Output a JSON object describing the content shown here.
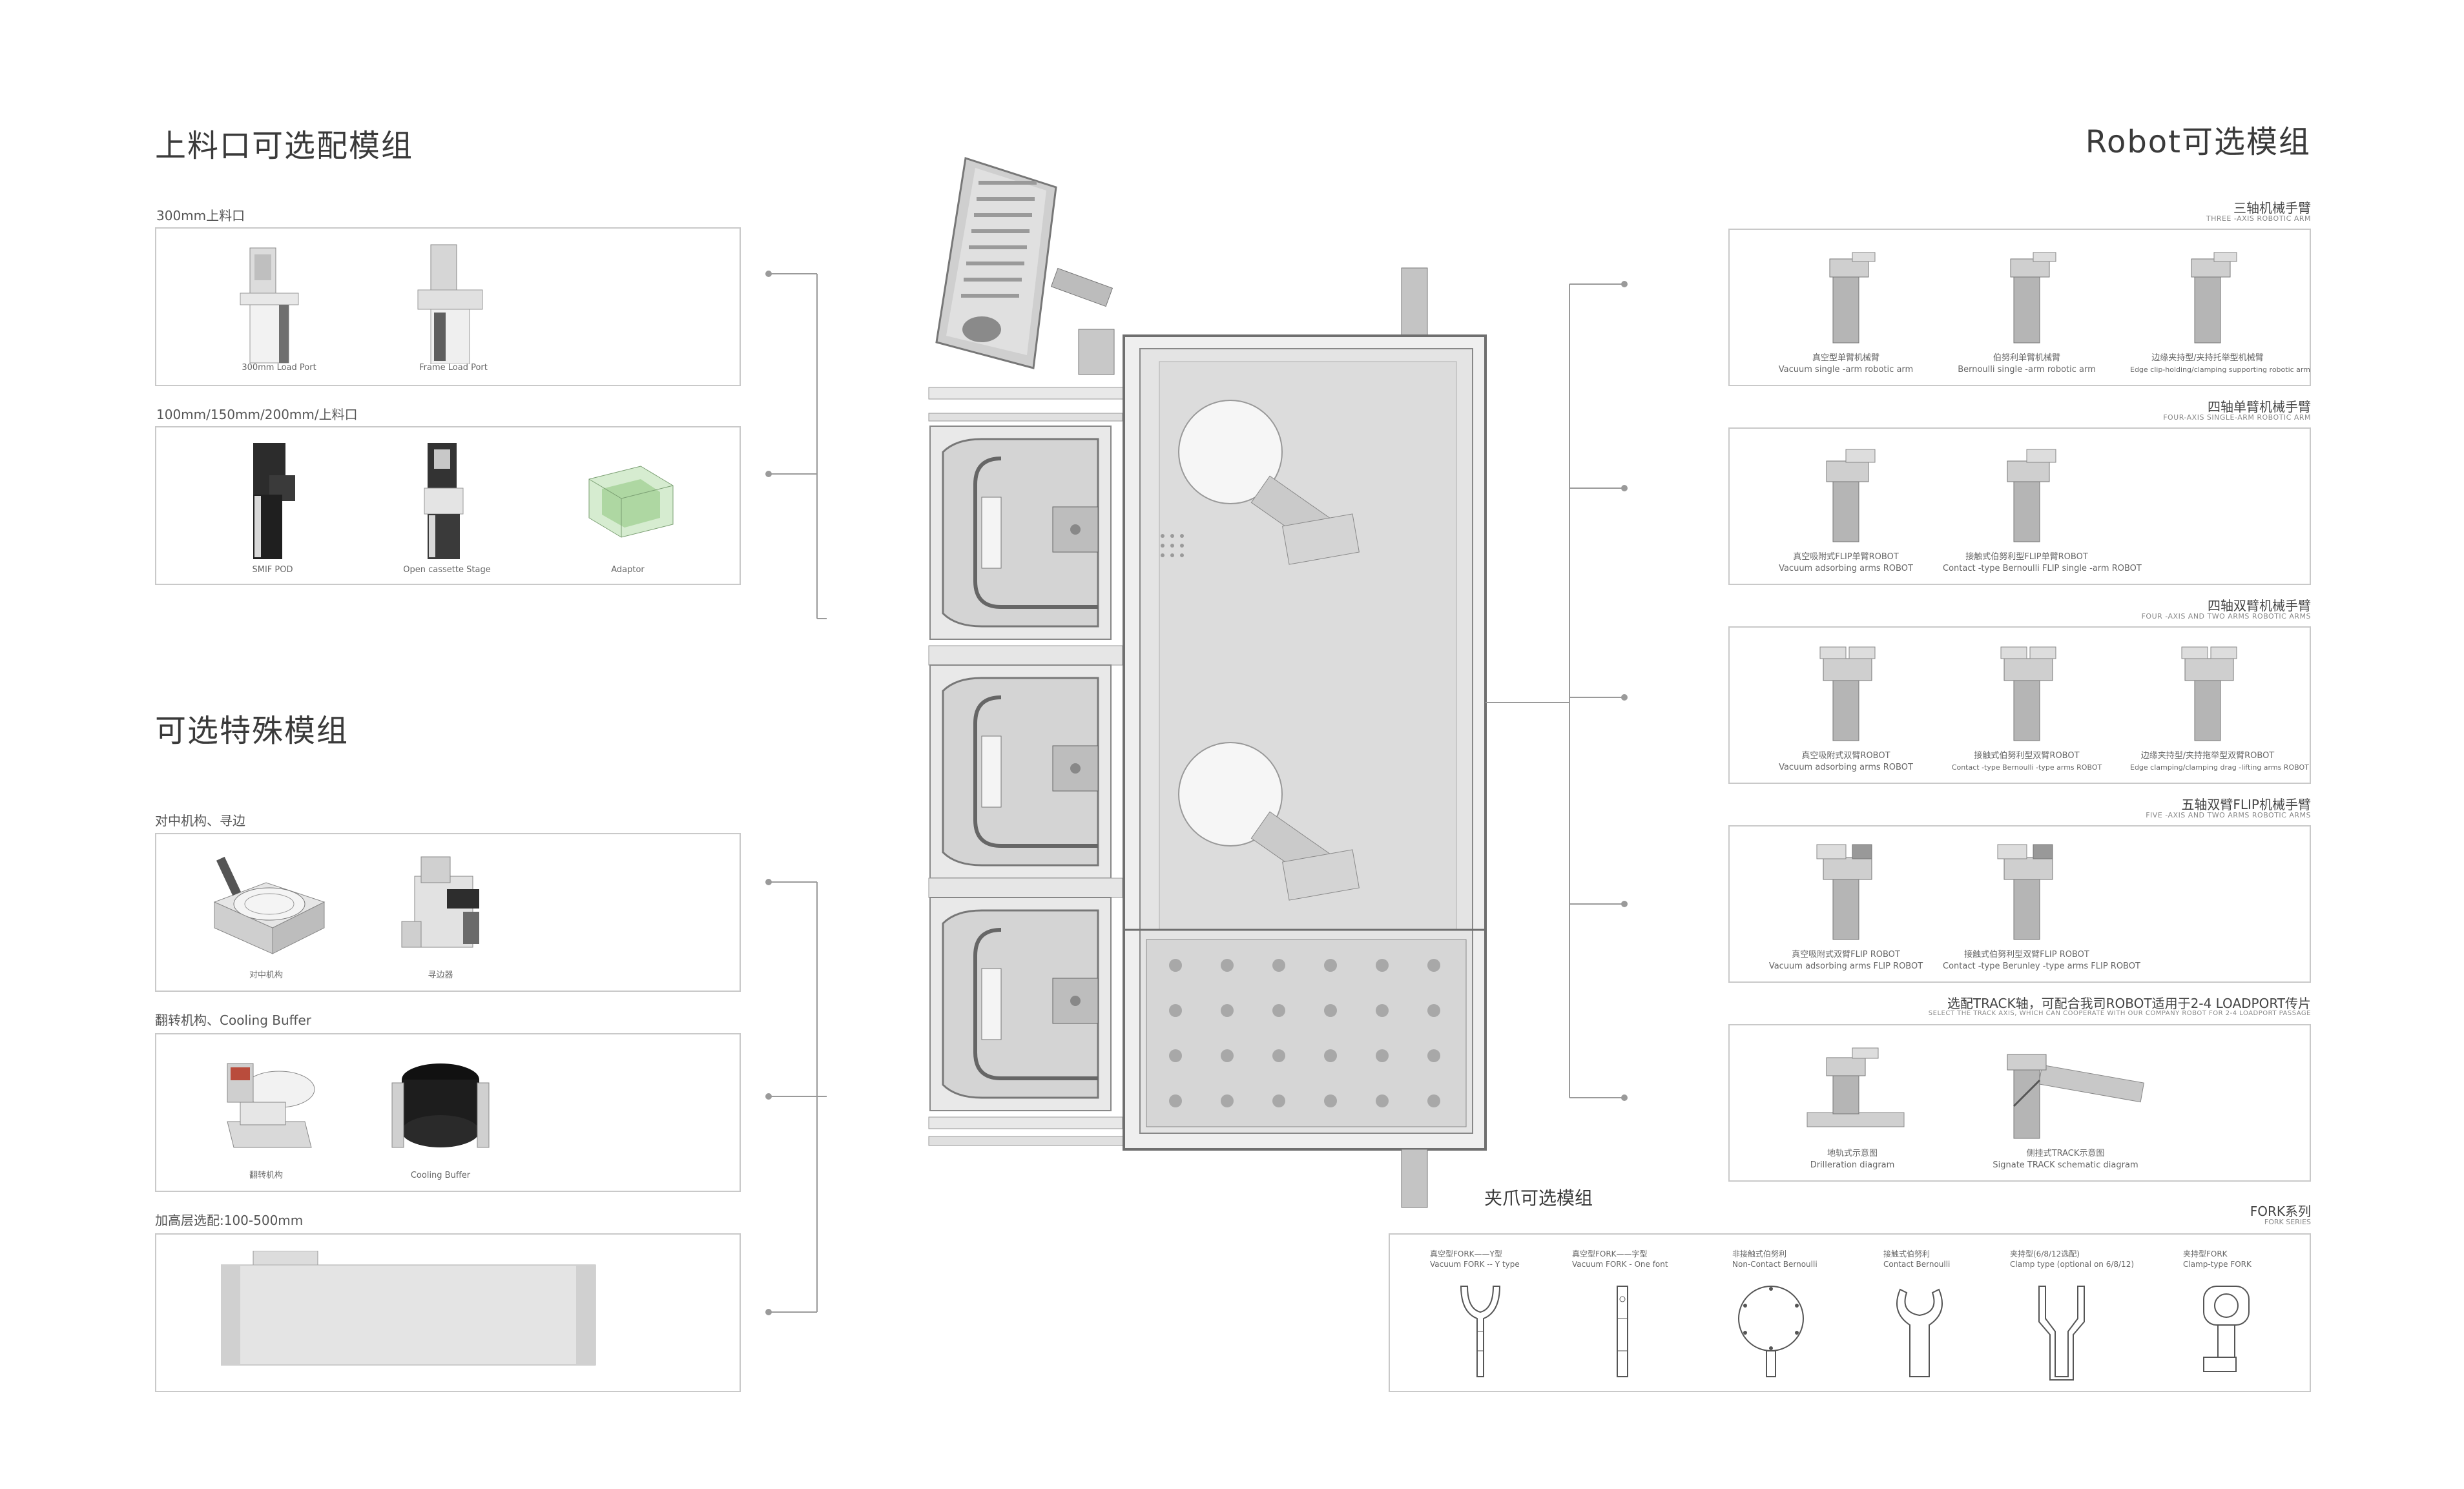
{
  "left_top": {
    "title": "上料口可选配模组",
    "groups": [
      {
        "label": "300mm上料口",
        "items": [
          "300mm Load Port",
          "Frame Load Port"
        ]
      },
      {
        "label": "100mm/150mm/200mm/上料口",
        "items": [
          "SMIF POD",
          "Open cassette Stage",
          "Adaptor"
        ]
      }
    ]
  },
  "left_bottom": {
    "title": "可选特殊模组",
    "groups": [
      {
        "label": "对中机构、寻边",
        "items": [
          "对中机构",
          "寻边器"
        ]
      },
      {
        "label": "翻转机构、Cooling Buffer",
        "items": [
          "翻转机构",
          "Cooling Buffer"
        ]
      },
      {
        "label": "加高层选配:100-500mm",
        "items": []
      }
    ]
  },
  "right": {
    "title": "Robot可选模组",
    "groups": [
      {
        "title": "三轴机械手臂",
        "subtitle": "THREE -AXIS ROBOTIC ARM",
        "items": [
          {
            "zh": "真空型单臂机械臂",
            "en": "Vacuum single -arm robotic arm"
          },
          {
            "zh": "伯努利单臂机械臂",
            "en": "Bernoulli single -arm robotic arm"
          },
          {
            "zh": "边缘夹持型/夹持托举型机械臂",
            "en": "Edge clip-holding/clamping supporting robotic arm"
          }
        ]
      },
      {
        "title": "四轴单臂机械手臂",
        "subtitle": "FOUR-AXIS SINGLE-ARM ROBOTIC ARM",
        "items": [
          {
            "zh": "真空吸附式FLIP单臂ROBOT",
            "en": "Vacuum adsorbing arms ROBOT"
          },
          {
            "zh": "接触式伯努利型FLIP单臂ROBOT",
            "en": "Contact -type Bernoulli FLIP single -arm ROBOT"
          }
        ]
      },
      {
        "title": "四轴双臂机械手臂",
        "subtitle": "FOUR -AXIS AND TWO ARMS ROBOTIC ARMS",
        "items": [
          {
            "zh": "真空吸附式双臂ROBOT",
            "en": "Vacuum adsorbing arms ROBOT"
          },
          {
            "zh": "接触式伯努利型双臂ROBOT",
            "en": "Contact -type Bernoulli -type arms ROBOT"
          },
          {
            "zh": "边缘夹持型/夹持拖举型双臂ROBOT",
            "en": "Edge clamping/clamping drag -lifting arms ROBOT"
          }
        ]
      },
      {
        "title": "五轴双臂FLIP机械手臂",
        "subtitle": "FIVE -AXIS AND TWO ARMS ROBOTIC ARMS",
        "items": [
          {
            "zh": "真空吸附式双臂FLIP ROBOT",
            "en": "Vacuum adsorbing arms FLIP ROBOT"
          },
          {
            "zh": "接触式伯努利型双臂FLIP ROBOT",
            "en": "Contact -type Berunley -type arms FLIP ROBOT"
          }
        ]
      },
      {
        "title": "选配TRACK轴，可配合我司ROBOT适用于2-4 LOADPORT传片",
        "subtitle": "SELECT THE TRACK AXIS, WHICH CAN COOPERATE WITH OUR COMPANY ROBOT FOR 2-4 LOADPORT PASSAGE",
        "items": [
          {
            "zh": "地轨式示意图",
            "en": "Drilleration diagram"
          },
          {
            "zh": "侧挂式TRACK示意图",
            "en": "Signate TRACK schematic diagram"
          }
        ]
      }
    ]
  },
  "gripper": {
    "title": "夹爪可选模组",
    "series_title": "FORK系列",
    "series_subtitle": "FORK SERIES",
    "items": [
      {
        "zh": "真空型FORK——Y型",
        "en": "Vacuum FORK -- Y type"
      },
      {
        "zh": "真空型FORK——字型",
        "en": "Vacuum FORK - One font"
      },
      {
        "zh": "非接触式伯努利",
        "en": "Non-Contact Bernoulli"
      },
      {
        "zh": "接触式伯努利",
        "en": "Contact Bernoulli"
      },
      {
        "zh": "夹持型(6/8/12选配)",
        "en": "Clamp type (optional on 6/8/12)"
      },
      {
        "zh": "夹持型FORK",
        "en": "Clamp-type FORK"
      }
    ]
  },
  "colors": {
    "border": "#c9c9c9",
    "metal": "#b8b8b8",
    "metal_dark": "#7d7d7d",
    "line": "#9a9a9a",
    "accent_green": "#9ccf8e"
  }
}
